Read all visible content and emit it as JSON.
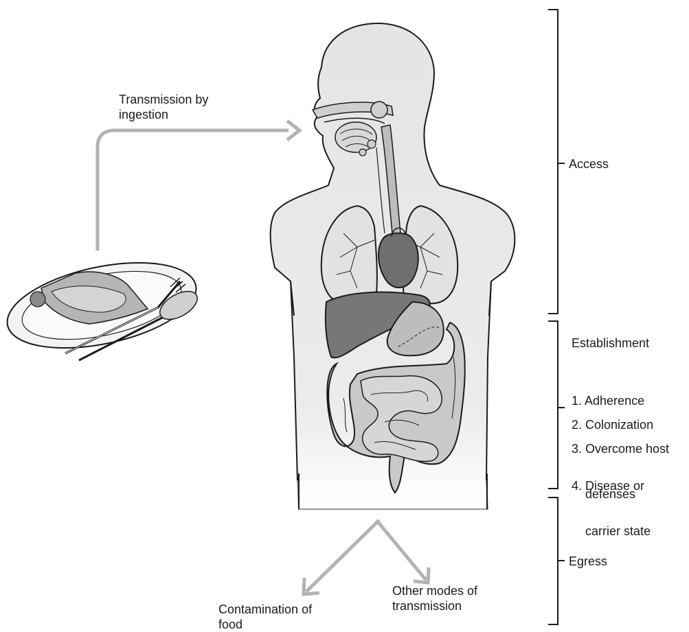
{
  "labels": {
    "transmission_by_ingestion": [
      "Transmission by",
      "ingestion"
    ],
    "other_modes": [
      "Other modes of",
      "transmission"
    ],
    "contamination": [
      "Contamination of",
      "food"
    ]
  },
  "stages": {
    "access": "Access",
    "establishment": {
      "title": "Establishment",
      "steps": [
        [
          "1. Adherence"
        ],
        [
          "2. Colonization"
        ],
        [
          "3. Overcome host",
          "    defenses"
        ],
        [
          "4. Disease or",
          "    carrier state"
        ]
      ]
    },
    "egress": "Egress"
  },
  "colors": {
    "arrow": "#b3b3b3",
    "body_fill": "#e9e9e9",
    "outline": "#1a1a1a",
    "organ_mid": "#bdbdbd",
    "organ_dark": "#6f6f6f",
    "intestine": "#c9c9c9",
    "lung": "#e2e2e2"
  }
}
